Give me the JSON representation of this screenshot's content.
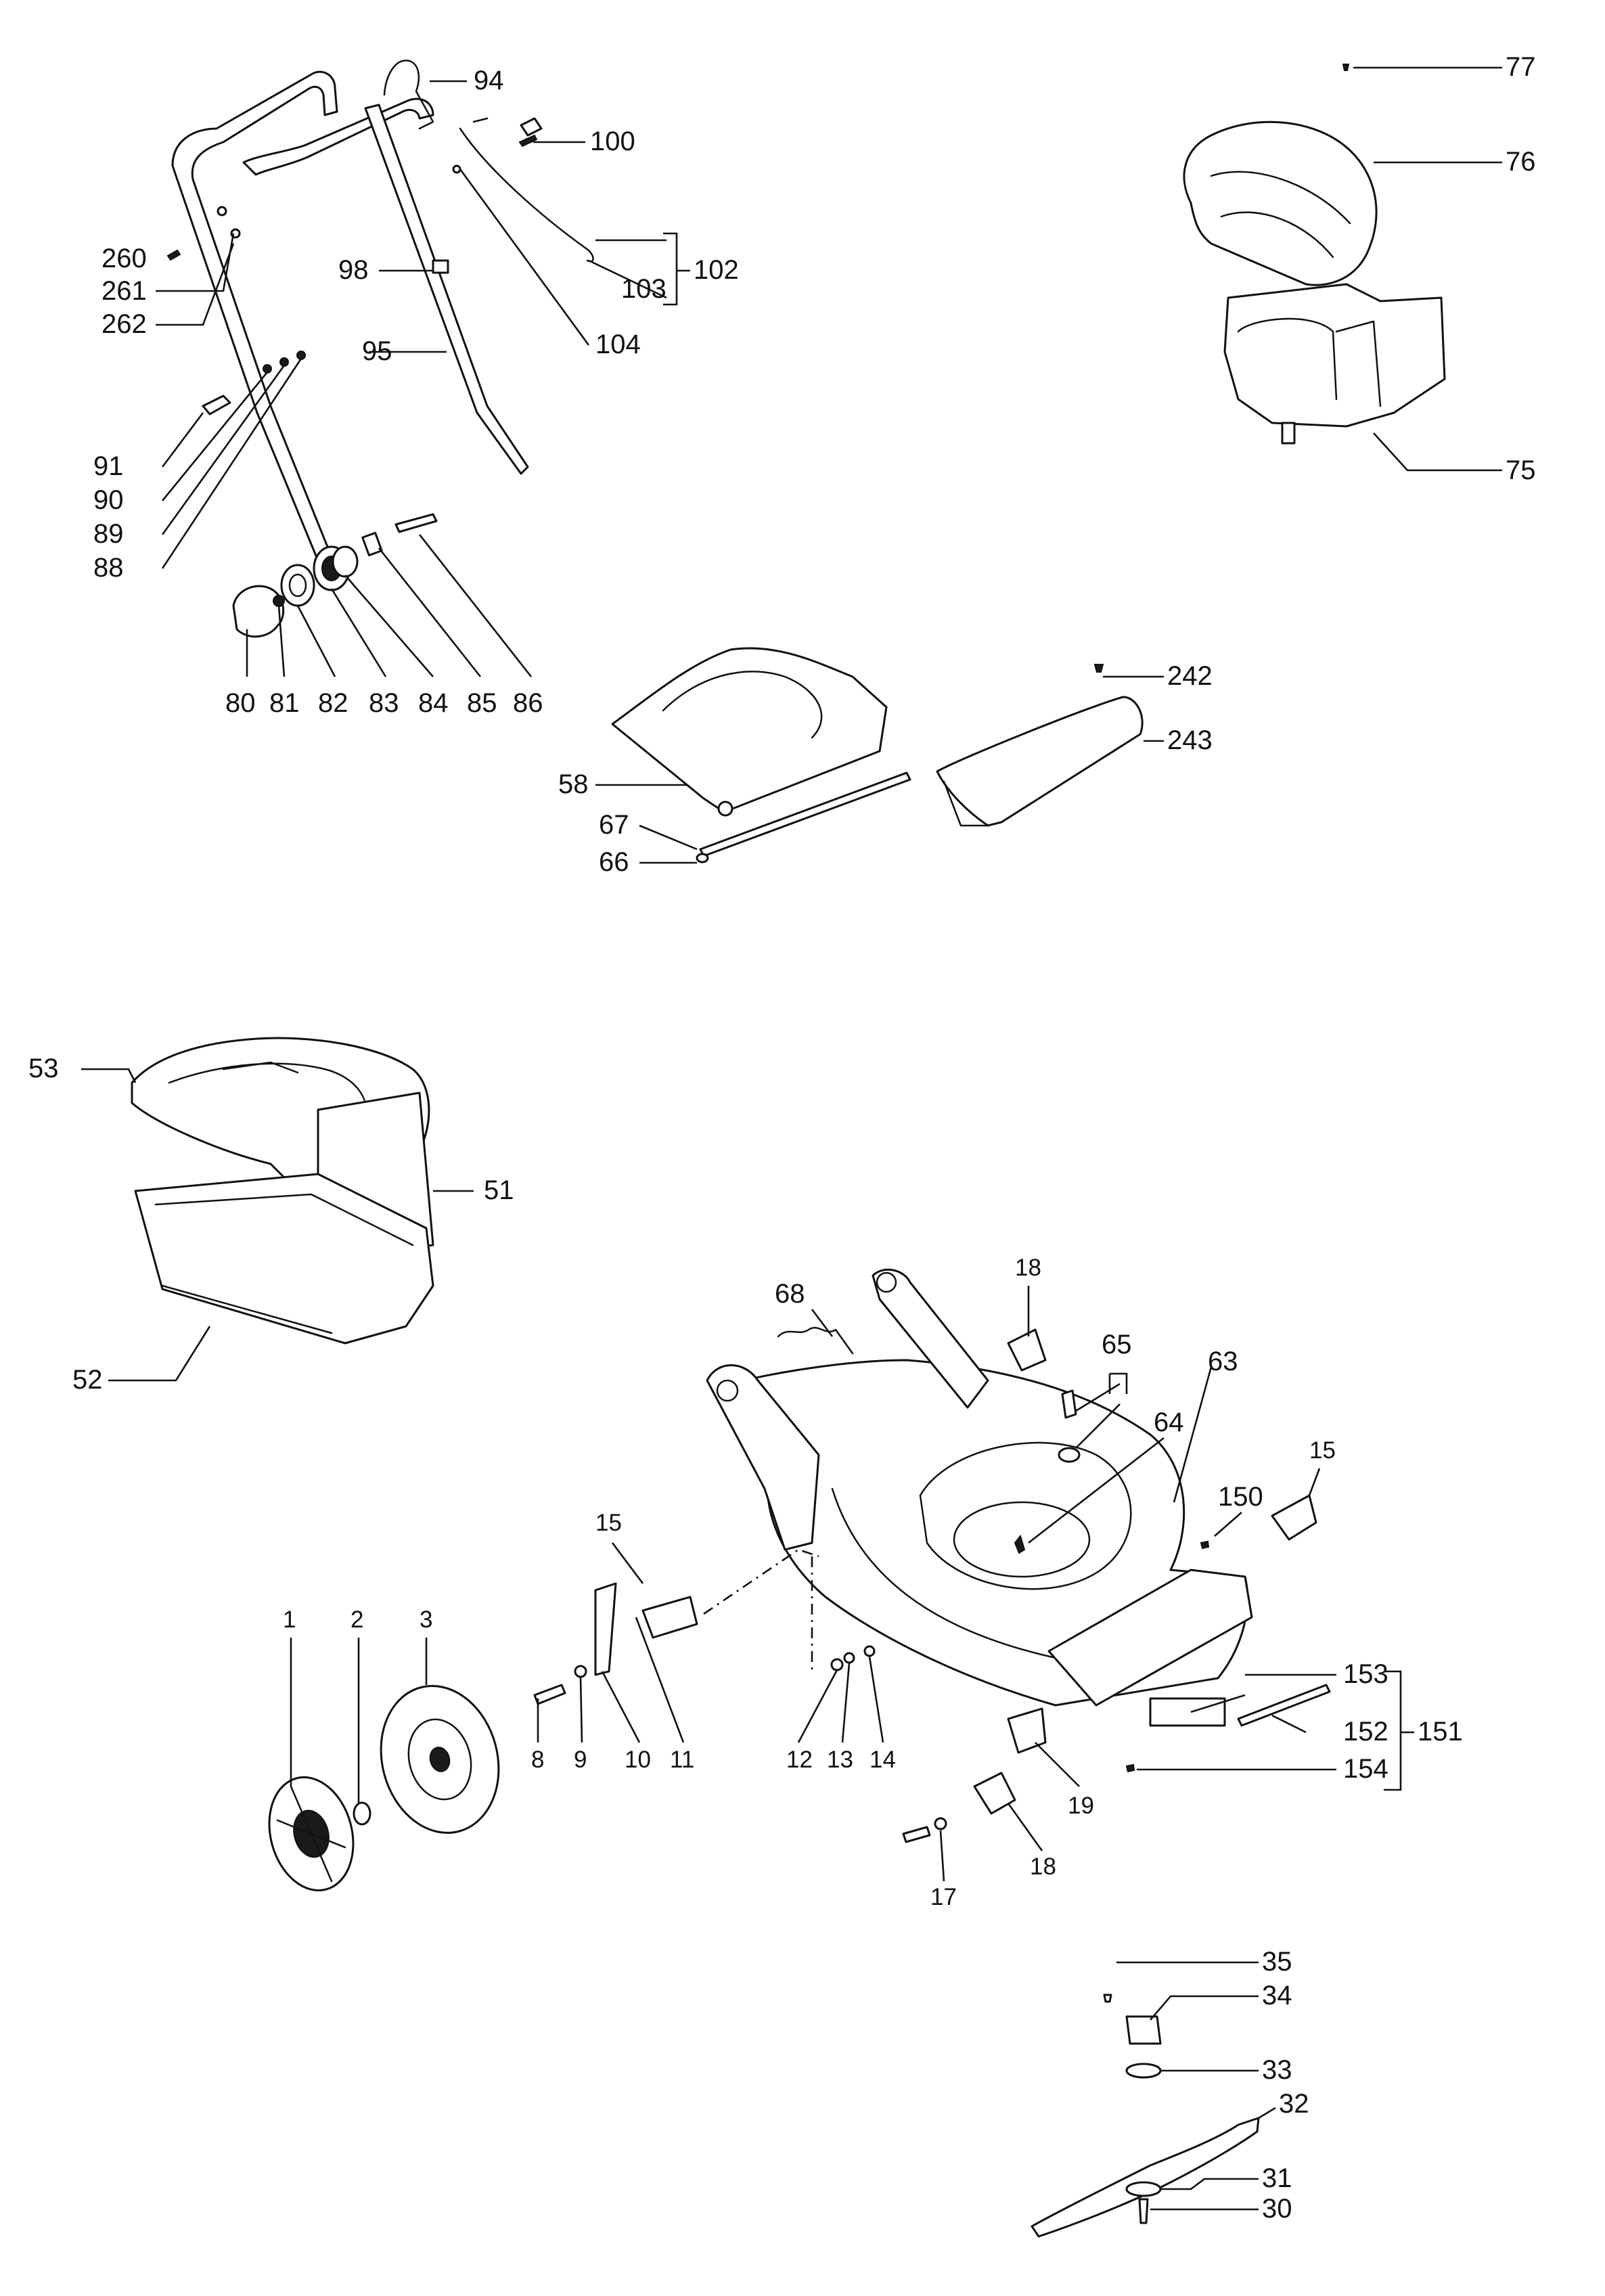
{
  "labels": {
    "l1": "1",
    "l2": "2",
    "l3": "3",
    "l8": "8",
    "l9": "9",
    "l10": "10",
    "l11": "11",
    "l12": "12",
    "l13": "13",
    "l14": "14",
    "l15a": "15",
    "l15b": "15",
    "l17": "17",
    "l18a": "18",
    "l18b": "18",
    "l19": "19",
    "l30": "30",
    "l31": "31",
    "l32": "32",
    "l33": "33",
    "l34": "34",
    "l35": "35",
    "l51": "51",
    "l52": "52",
    "l53": "53",
    "l58": "58",
    "l63": "63",
    "l64": "64",
    "l65": "65",
    "l66": "66",
    "l67": "67",
    "l68": "68",
    "l75": "75",
    "l76": "76",
    "l77": "77",
    "l80": "80",
    "l81": "81",
    "l82": "82",
    "l83": "83",
    "l84": "84",
    "l85": "85",
    "l86": "86",
    "l88": "88",
    "l89": "89",
    "l90": "90",
    "l91": "91",
    "l94": "94",
    "l95": "95",
    "l98": "98",
    "l100": "100",
    "l102": "102",
    "l103": "103",
    "l104": "104",
    "l150": "150",
    "l151": "151",
    "l152": "152",
    "l153": "153",
    "l154": "154",
    "l242": "242",
    "l243": "243",
    "l260": "260",
    "l261": "261",
    "l262": "262"
  }
}
